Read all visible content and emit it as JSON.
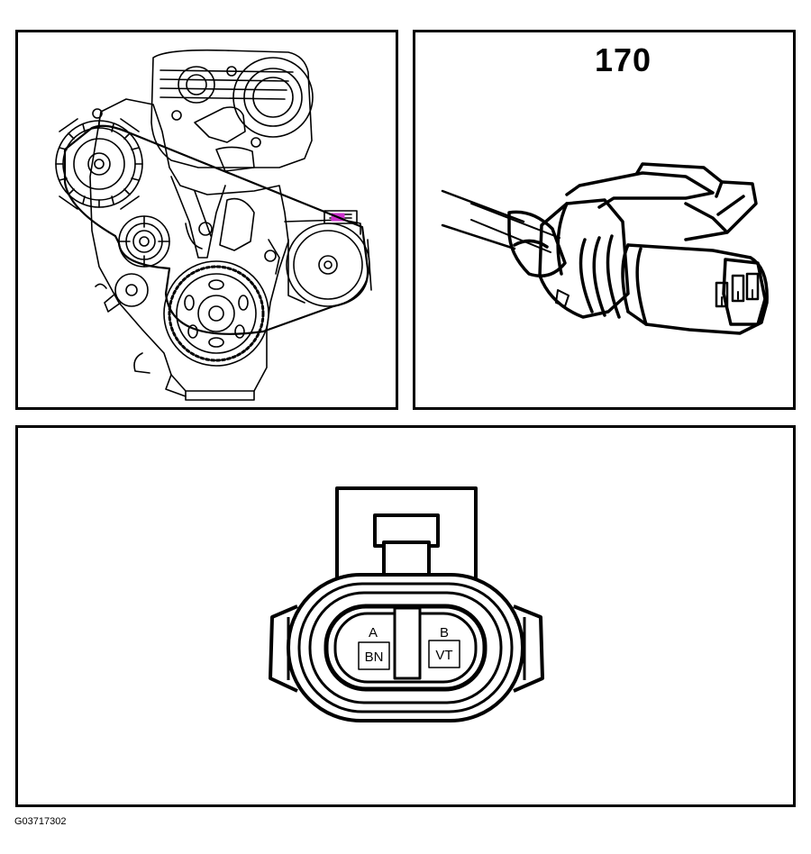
{
  "component_number": "170",
  "figure_code": "G03717302",
  "terminals": [
    {
      "letter": "A",
      "wire_color": "BN"
    },
    {
      "letter": "B",
      "wire_color": "VT"
    }
  ],
  "colors": {
    "line": "#000000",
    "background": "#ffffff",
    "location_marker": "#cc33cc"
  }
}
